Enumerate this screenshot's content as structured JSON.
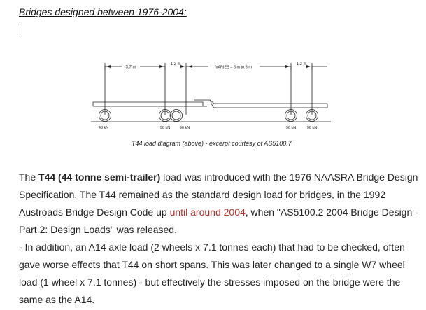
{
  "heading": "Bridges designed between 1976-2004:",
  "diagram": {
    "dim_left": "3.7 m",
    "dim_gap_left": "1.2 m",
    "dim_varies": "VARIES – 3 m to 8 m",
    "dim_gap_right": "1.2 m",
    "load_front": "48 kN",
    "load_mid_1": "96 kN",
    "load_mid_2": "96 kN",
    "load_rear_1": "96 kN",
    "load_rear_2": "96 kN"
  },
  "caption": "T44 load diagram (above) - excerpt courtesy of AS5100.7",
  "para1": {
    "t1": "The ",
    "bold": "T44 (44 tonne semi-trailer)",
    "t2": " load was introduced with the 1976 NAASRA Bridge Design Specification. The T44 remained as the standard design load for bridges, in the 1992 Austroads Bridge Design Code up ",
    "link": "until around 2004",
    "t3": ", when \"AS5100.2 2004 Bridge Design - Part 2: Design Loads\" was released."
  },
  "para2": "- In addition, an A14 axle load (2 wheels x 7.1 tonnes each) that had to be checked, often gave worse effects that T44 on short spans. This was later changed to a single W7 wheel load (1 wheel x 7.1 tonnes) - but effectively the stresses imposed on the bridge were the same as the A14."
}
